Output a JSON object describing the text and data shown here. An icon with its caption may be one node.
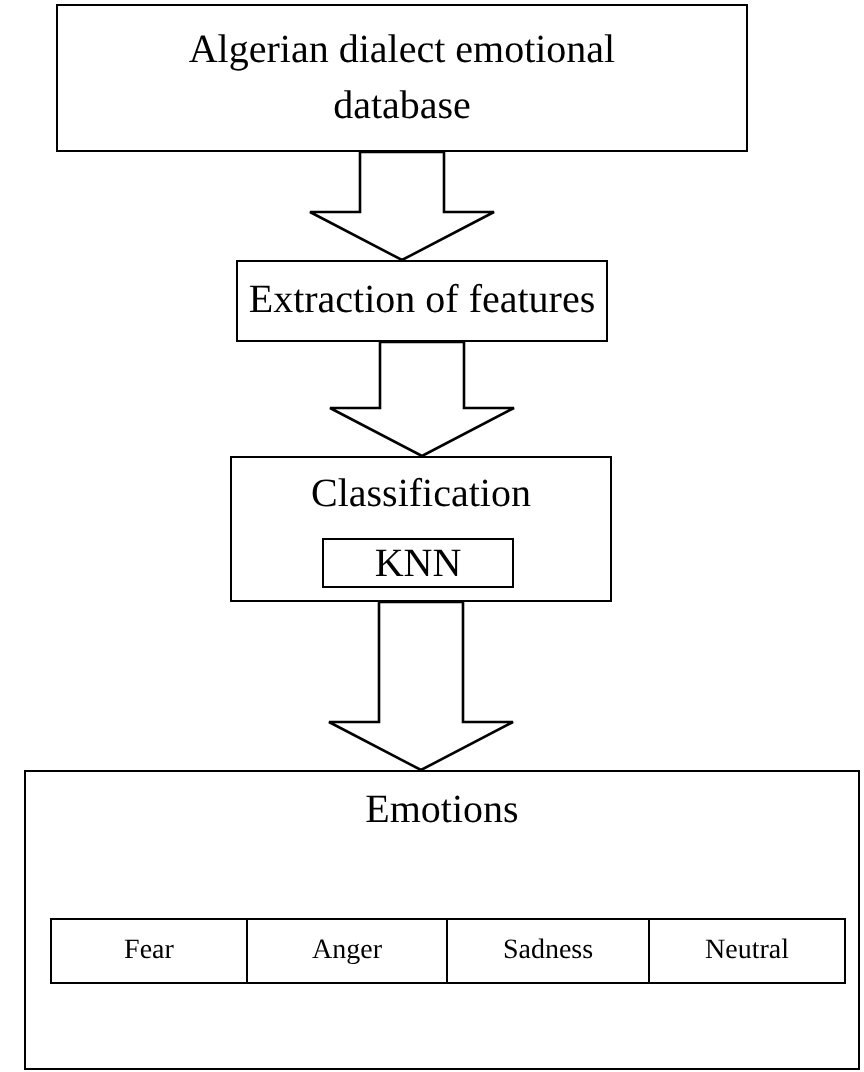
{
  "diagram": {
    "nodes": [
      {
        "text": [
          "Algerian dialect emotional database"
        ]
      },
      {
        "text": [
          "Extraction of features"
        ]
      },
      {
        "text": [
          "Classification"
        ]
      },
      {
        "text": [
          "KNN"
        ],
        "in": 2
      },
      {
        "text": [
          "Emotions"
        ]
      },
      {
        "text": [
          "Fear"
        ],
        "in": 4
      },
      {
        "text": [
          "Anger"
        ],
        "in": 4
      },
      {
        "text": [
          "Sadness"
        ],
        "in": 4
      },
      {
        "text": [
          "Neutral"
        ],
        "in": 4
      }
    ],
    "edges": [
      {
        "from": 0,
        "to": 1,
        "arrow": "to"
      },
      {
        "from": 1,
        "to": 2,
        "arrow": "to"
      },
      {
        "from": 2,
        "to": 4,
        "arrow": "to"
      }
    ]
  }
}
